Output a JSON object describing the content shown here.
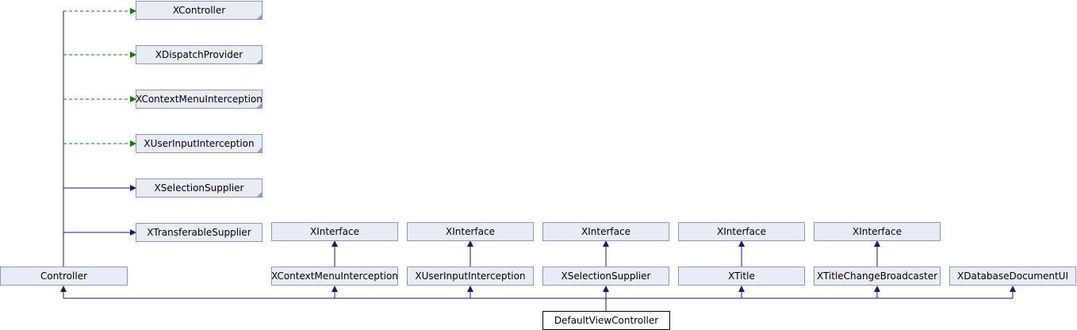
{
  "nodes": {
    "xcontroller": "XController",
    "xdispatchprovider": "XDispatchProvider",
    "xcontextmenuinterception_top": "XContextMenuInterception",
    "xuserinputinterception_top": "XUserInputInterception",
    "xselectionsupplier_top": "XSelectionSupplier",
    "xtransferablesupplier": "XTransferableSupplier",
    "xinterface_1": "XInterface",
    "xinterface_2": "XInterface",
    "xinterface_3": "XInterface",
    "xinterface_4": "XInterface",
    "xinterface_5": "XInterface",
    "controller": "Controller",
    "xcontextmenuinterception": "XContextMenuInterception",
    "xuserinputinterception": "XUserInputInterception",
    "xselectionsupplier": "XSelectionSupplier",
    "xtitle": "XTitle",
    "xtitlechangebroadcaster": "XTitleChangeBroadcaster",
    "xdatabasedocumentui": "XDatabaseDocumentUI",
    "defaultviewcontroller": "DefaultViewController"
  },
  "colors": {
    "inheritance_edge": "#191970",
    "interface_edge": "#008000",
    "node_fill": "#e8ecf4",
    "node_border": "#8a97b6",
    "root_border": "#000000"
  }
}
